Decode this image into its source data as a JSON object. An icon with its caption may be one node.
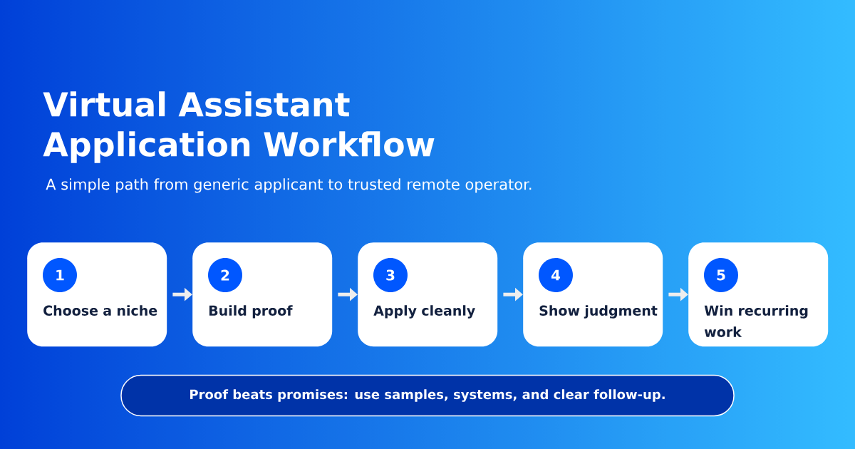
{
  "diagram": {
    "title": "Virtual Assistant Application Workflow",
    "caption": "A simple path from generic applicant to trusted remote operator.",
    "nodes": [
      {
        "text": [
          "1",
          "Choose a niche"
        ]
      },
      {
        "text": [
          "2",
          "Build proof"
        ]
      },
      {
        "text": [
          "3",
          "Apply cleanly"
        ]
      },
      {
        "text": [
          "4",
          "Show judgment"
        ]
      },
      {
        "text": [
          "5",
          "Win recurring work"
        ]
      },
      {
        "text": [
          "Proof beats promises: use samples, systems, and clear follow-up."
        ]
      }
    ],
    "edges": [
      {
        "from": 0,
        "to": 1,
        "arrow": "to"
      },
      {
        "from": 1,
        "to": 2,
        "arrow": "to"
      },
      {
        "from": 2,
        "to": 3,
        "arrow": "to"
      },
      {
        "from": 3,
        "to": 4,
        "arrow": "to"
      }
    ]
  }
}
